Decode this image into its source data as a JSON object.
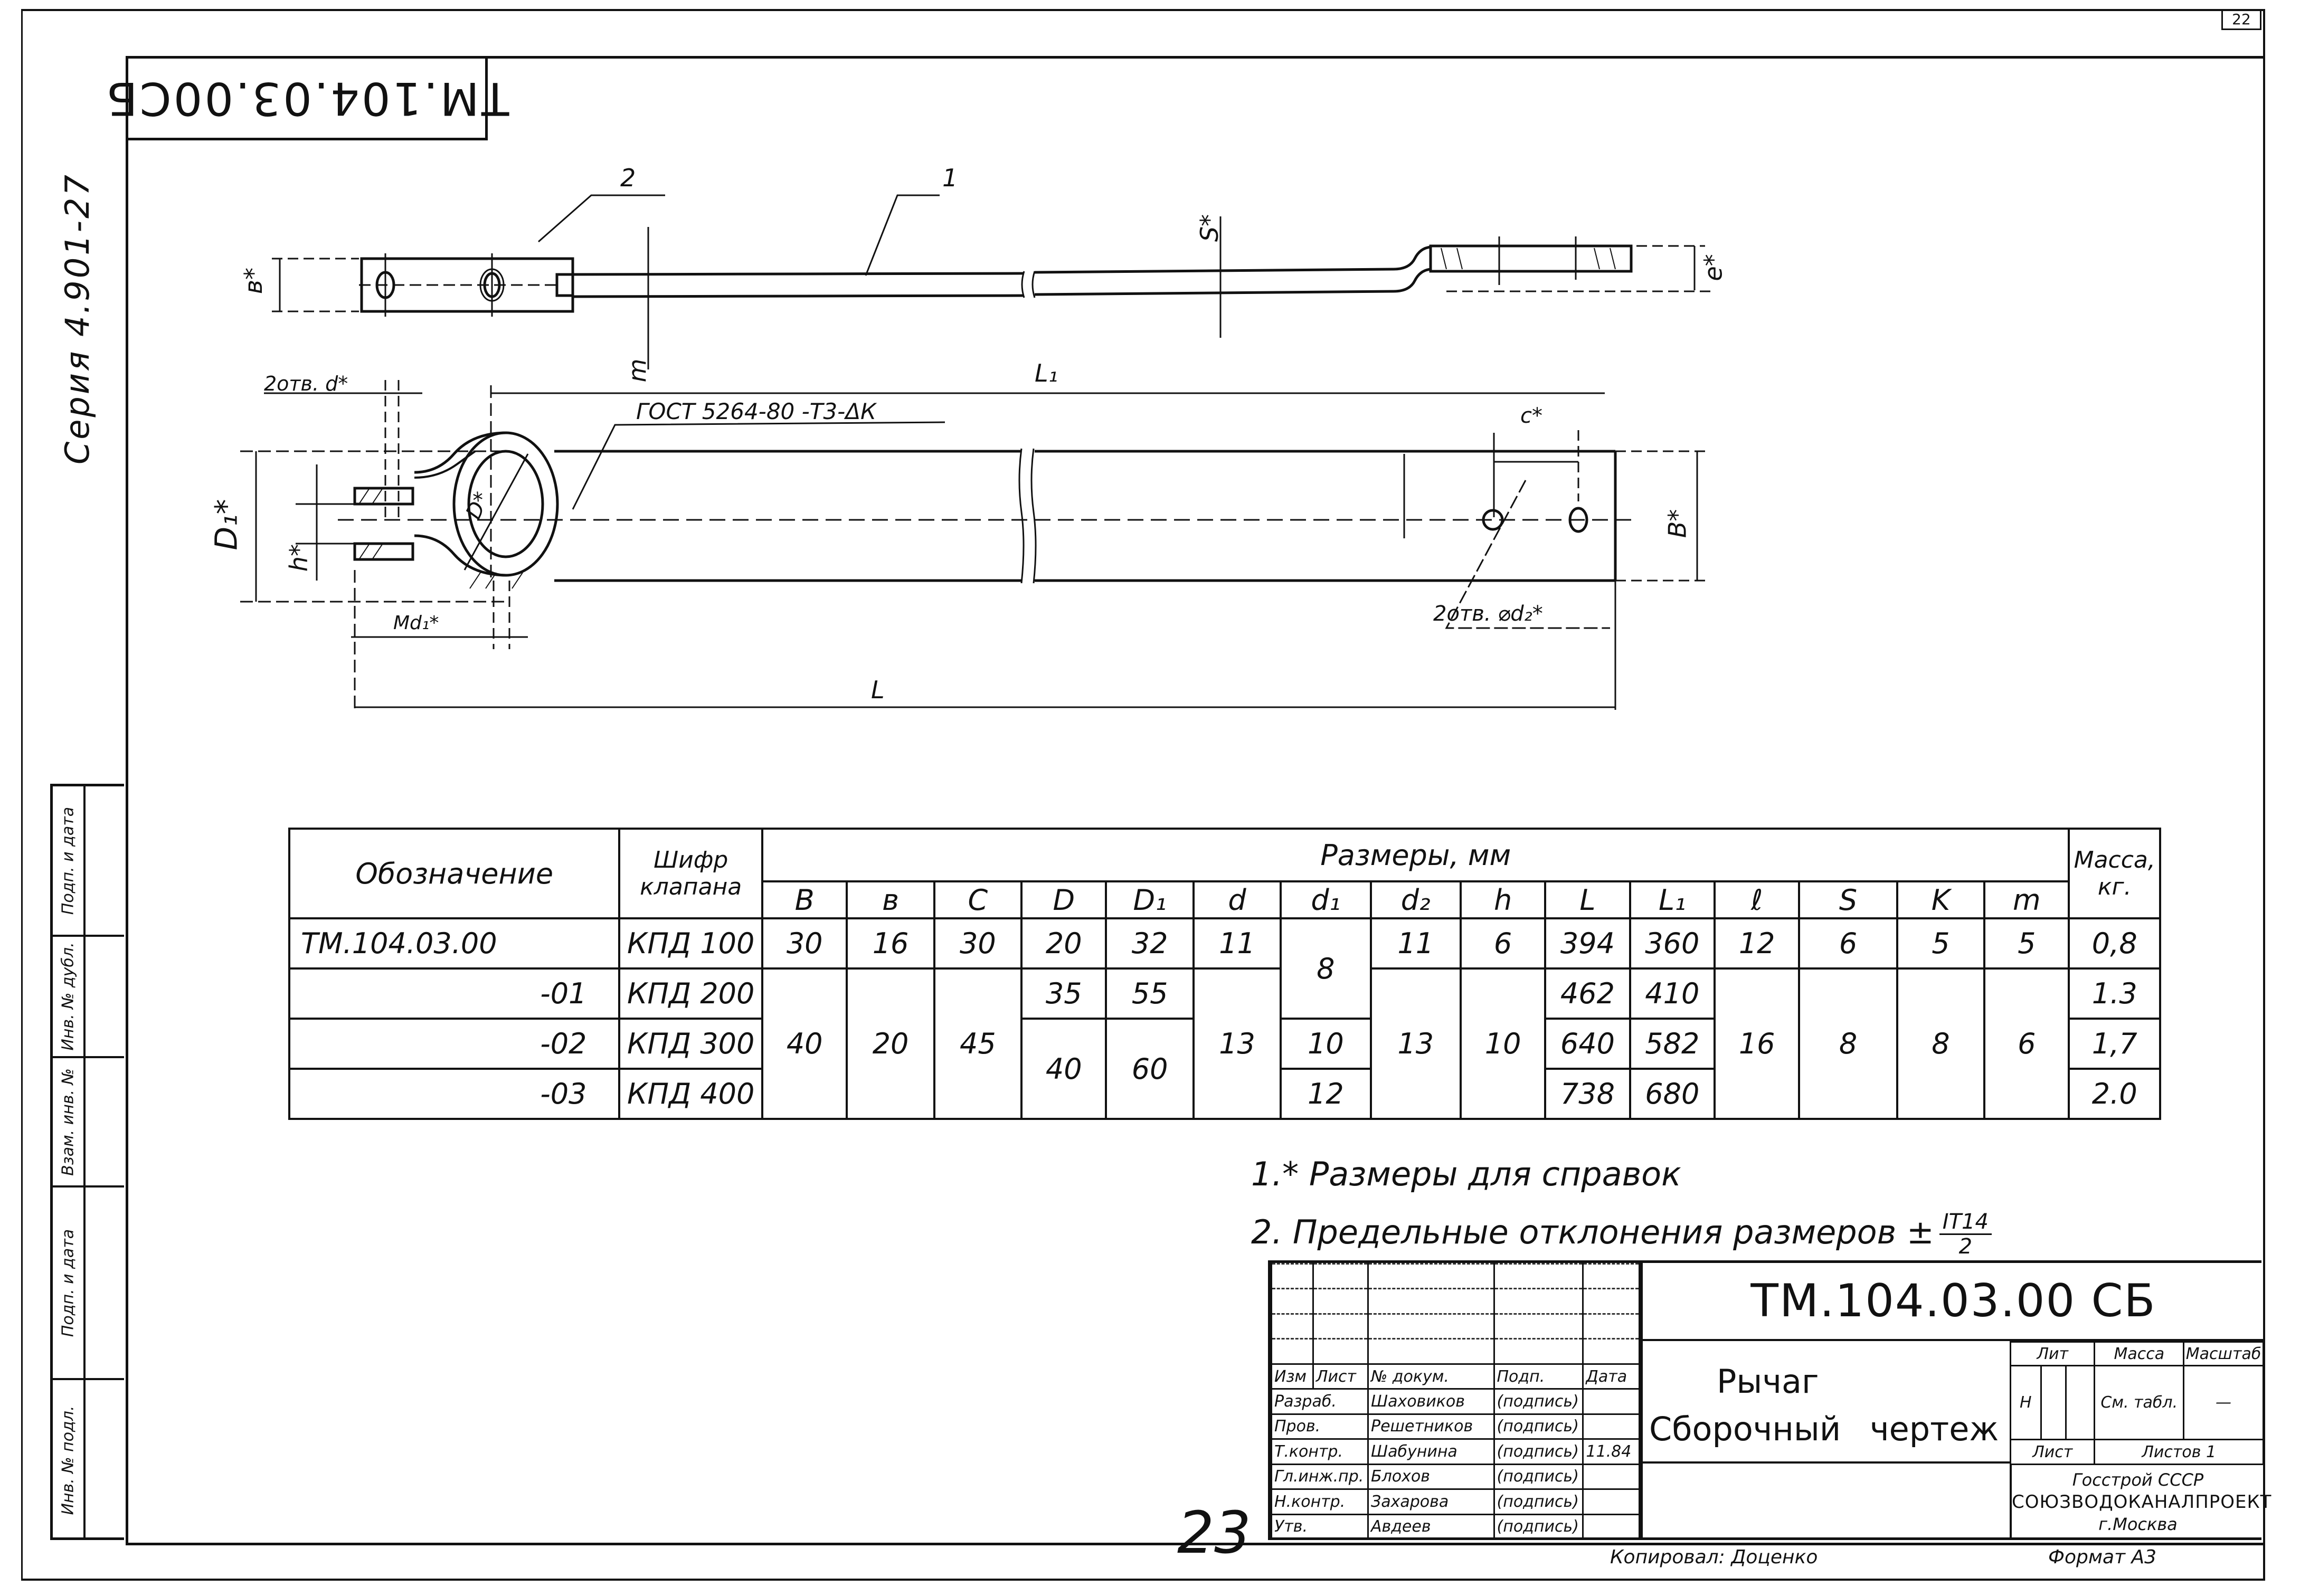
{
  "sheet": {
    "number": "22",
    "series_label": "Серия 4.901-27",
    "stamp_code_rotated": "ТМ.104.03.00СБ",
    "hand_number": "23",
    "copied_by": "Копировал: Доценко",
    "format": "Формат А3"
  },
  "side_strip": {
    "cells": [
      {
        "label": "Взам. инв. №"
      },
      {
        "label": "Подп. и дата"
      },
      {
        "label": "Инв. № дубл."
      },
      {
        "label": "Инв. № подл."
      },
      {
        "label": "Подп. и дата"
      }
    ]
  },
  "drawing": {
    "positions": [
      "1",
      "2"
    ],
    "dims": {
      "b_star": "в*",
      "s_star": "S*",
      "m": "m",
      "e_star": "е*",
      "L1": "L₁",
      "L": "L",
      "holes_d": "2отв. d*",
      "gost": "ГОСТ 5264-80 -Т3-ΔК",
      "D1_star": "D₁*",
      "D_star": "D*",
      "h_star": "h*",
      "Md1_star": "Md₁*",
      "c_star": "c*",
      "B_star": "В*",
      "holes_d2": "2отв. ⌀d₂*"
    }
  },
  "spec_table": {
    "headers": {
      "designation": "Обозначение",
      "valve_code": "Шифр клапана",
      "sizes_group": "Размеры, мм",
      "mass": "Масса, кг."
    },
    "size_columns": [
      "В",
      "в",
      "С",
      "D",
      "D₁",
      "d",
      "d₁",
      "d₂",
      "h",
      "L",
      "L₁",
      "ℓ",
      "S",
      "K",
      "m"
    ],
    "rows": [
      {
        "designation": "ТМ.104.03.00",
        "valve": "КПД 100",
        "B": "30",
        "b": "16",
        "C": "30",
        "D": "20",
        "D1": "32",
        "d": "11",
        "d1": "8",
        "d2": "11",
        "h": "6",
        "L": "394",
        "L1": "360",
        "l": "12",
        "S": "6",
        "K": "5",
        "m": "5",
        "mass": "0,8"
      },
      {
        "designation": "-01",
        "valve": "КПД 200",
        "B": "40",
        "b": "20",
        "C": "45",
        "D": "35",
        "D1": "55",
        "d": "13",
        "d1": "8",
        "d2": "13",
        "h": "10",
        "L": "462",
        "L1": "410",
        "l": "16",
        "S": "8",
        "K": "8",
        "m": "6",
        "mass": "1.3"
      },
      {
        "designation": "-02",
        "valve": "КПД 300",
        "B": "40",
        "b": "20",
        "C": "45",
        "D": "40",
        "D1": "60",
        "d": "13",
        "d1": "10",
        "d2": "13",
        "h": "10",
        "L": "640",
        "L1": "582",
        "l": "16",
        "S": "8",
        "K": "8",
        "m": "6",
        "mass": "1,7"
      },
      {
        "designation": "-03",
        "valve": "КПД 400",
        "B": "40",
        "b": "20",
        "C": "45",
        "D": "40",
        "D1": "60",
        "d": "13",
        "d1": "12",
        "d2": "13",
        "h": "10",
        "L": "738",
        "L1": "680",
        "l": "16",
        "S": "8",
        "K": "8",
        "m": "6",
        "mass": "2.0"
      }
    ]
  },
  "notes": {
    "n1": "1.* Размеры для справок",
    "n2": "2. Предельные отклонения размеров ±",
    "n2_num": "IT14",
    "n2_den": "2"
  },
  "title_block": {
    "code": "ТМ.104.03.00 СБ",
    "name_line1": "Рычаг",
    "name_line2": "Сборочный",
    "name_line3": "чертеж",
    "rev_headers": [
      "Изм",
      "Лист",
      "№ докум.",
      "Подп.",
      "Дата"
    ],
    "roles": [
      {
        "role": "Разраб.",
        "name": "Шаховиков",
        "sign": "(подпись)",
        "date": ""
      },
      {
        "role": "Пров.",
        "name": "Решетников",
        "sign": "(подпись)",
        "date": ""
      },
      {
        "role": "Т.контр.",
        "name": "Шабунина",
        "sign": "(подпись)",
        "date": "11.84"
      },
      {
        "role": "Гл.инж.пр.",
        "name": "Блохов",
        "sign": "(подпись)",
        "date": ""
      },
      {
        "role": "Н.контр.",
        "name": "Захарова",
        "sign": "(подпись)",
        "date": ""
      },
      {
        "role": "Утв.",
        "name": "Авдеев",
        "sign": "(подпись)",
        "date": ""
      }
    ],
    "lit_label": "Лит",
    "mass_label": "Масса",
    "scale_label": "Масштаб",
    "lit_value": "Н",
    "mass_value": "См. табл.",
    "scale_value": "—",
    "sheet_label": "Лист",
    "sheets_label": "Листов 1",
    "org_line1": "Госстрой СССР",
    "org_line2": "СОЮЗВОДОКАНАЛПРОЕКТ",
    "org_line3": "г.Москва"
  }
}
